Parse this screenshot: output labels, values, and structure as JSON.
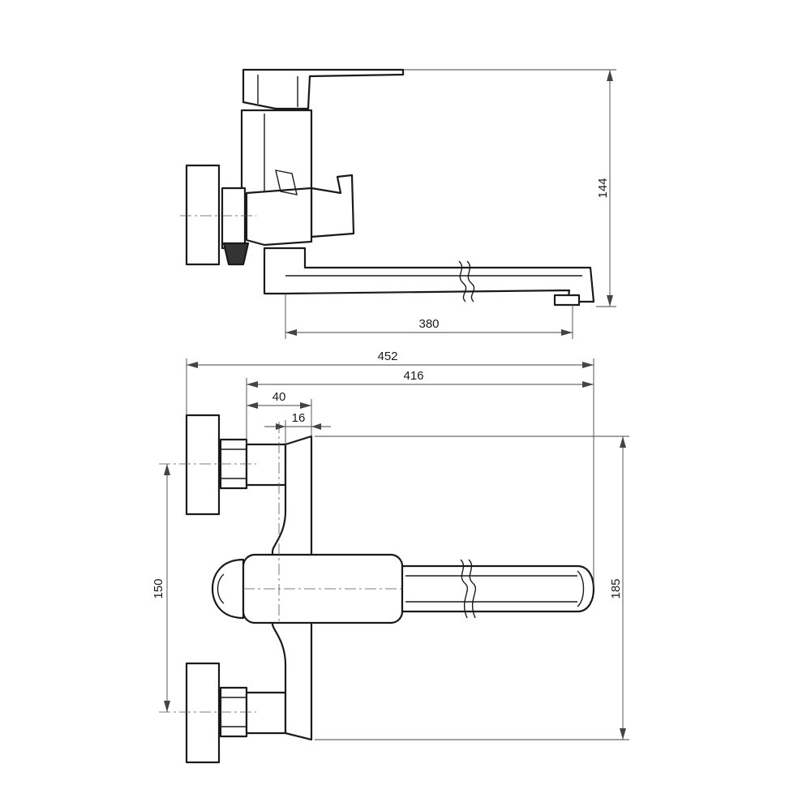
{
  "side_view": {
    "dim_height": "144",
    "dim_spout_length": "380"
  },
  "front_view": {
    "dim_overall_width": "452",
    "dim_spout_width": "416",
    "dim_body_offset": "40",
    "dim_flange_offset": "16",
    "dim_inlet_spacing": "150",
    "dim_flange_height": "185"
  }
}
